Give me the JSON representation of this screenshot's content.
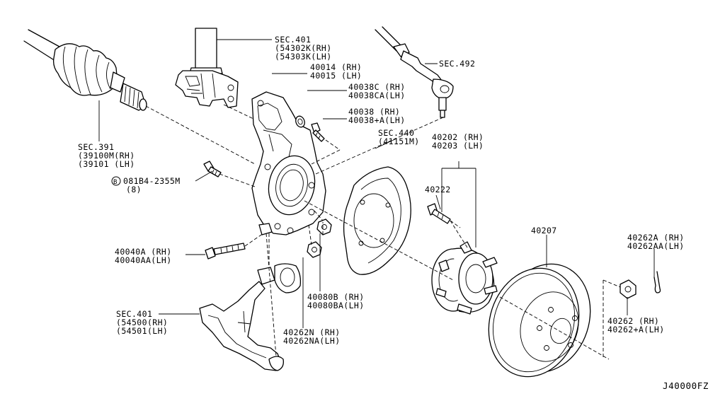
{
  "diagram_code": "J40000FZ",
  "callouts": {
    "sec401_top": {
      "l1": "SEC.401",
      "l2": "(54302K(RH)",
      "l3": "(54303K(LH)"
    },
    "c40014": {
      "l1": "40014 (RH)",
      "l2": "40015 (LH)"
    },
    "c40038c": {
      "l1": "40038C (RH)",
      "l2": "40038CA(LH)"
    },
    "c40038": {
      "l1": "40038  (RH)",
      "l2": "40038+A(LH)"
    },
    "sec492": {
      "l1": "SEC.492"
    },
    "sec440": {
      "l1": "SEC.440",
      "l2": "(41151M)"
    },
    "c40202": {
      "l1": "40202 (RH)",
      "l2": "40203 (LH)"
    },
    "c40222": {
      "l1": "40222"
    },
    "sec391": {
      "l1": "SEC.391",
      "l2": "(39100M(RH)",
      "l3": "(39101  (LH)"
    },
    "bolt081": {
      "badge": "B",
      "l1": "081B4-2355M",
      "l2": "(8)"
    },
    "c40040a": {
      "l1": "40040A (RH)",
      "l2": "40040AA(LH)"
    },
    "c40207": {
      "l1": "40207"
    },
    "c40262a": {
      "l1": "40262A (RH)",
      "l2": "40262AA(LH)"
    },
    "c40080b": {
      "l1": "40080B (RH)",
      "l2": "40080BA(LH)"
    },
    "sec401_bot": {
      "l1": "SEC.401",
      "l2": "(54500(RH)",
      "l3": "(54501(LH)"
    },
    "c40262n": {
      "l1": "40262N (RH)",
      "l2": "40262NA(LH)"
    },
    "c40262": {
      "l1": "40262   (RH)",
      "l2": "40262+A(LH)"
    }
  }
}
